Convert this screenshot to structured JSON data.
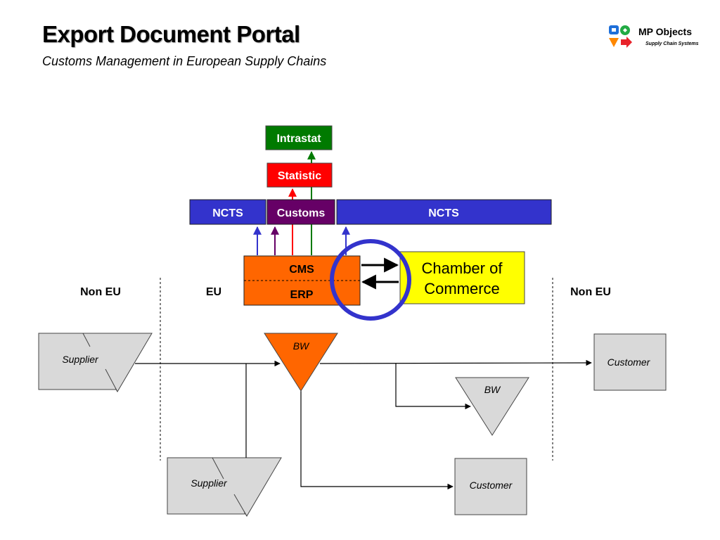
{
  "header": {
    "title": "Export Document Portal",
    "subtitle": "Customs Management in European Supply Chains"
  },
  "logo": {
    "name": "MP Objects",
    "tagline": "Supply Chain Systems"
  },
  "systems": {
    "intrastat": "Intrastat",
    "statistic": "Statistic",
    "ncts_left": "NCTS",
    "customs": "Customs",
    "ncts_right": "NCTS",
    "cms": "CMS",
    "erp": "ERP",
    "chamber": [
      "Chamber of",
      "Commerce"
    ]
  },
  "zones": {
    "non_eu_left": "Non EU",
    "eu": "EU",
    "non_eu_right": "Non EU"
  },
  "nodes": {
    "supplier_top": "Supplier",
    "supplier_bottom": "Supplier",
    "bw_main": "BW",
    "bw_secondary": "BW",
    "customer_top": "Customer",
    "customer_bottom": "Customer"
  },
  "colors": {
    "intrastat": "#007a00",
    "statistic": "#ff0000",
    "ncts": "#3333cc",
    "customs": "#660066",
    "cms_erp": "#ff6600",
    "chamber": "#ffff00",
    "highlight_circle": "#3333cc",
    "node_gray": "#d9d9d9"
  }
}
